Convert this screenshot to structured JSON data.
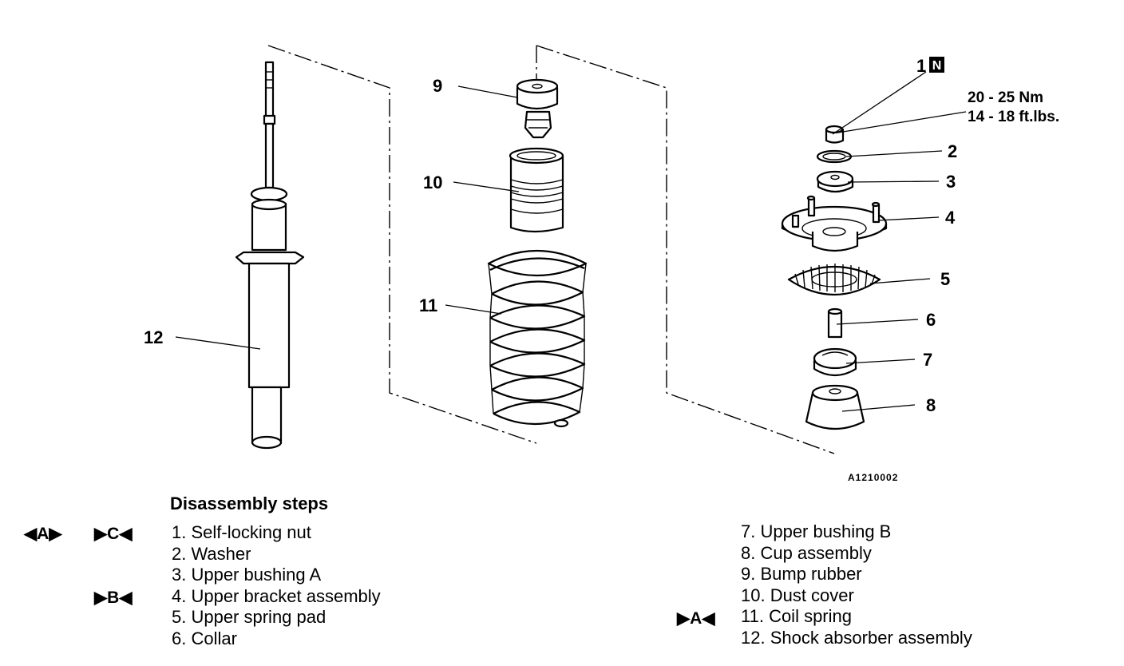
{
  "figure": {
    "reference_code": "A1210002",
    "torque_spec": {
      "metric": "20 - 25 Nm",
      "imperial": "14 - 18 ft.lbs."
    },
    "callouts": [
      {
        "number": "1",
        "tag": "N"
      },
      {
        "number": "2"
      },
      {
        "number": "3"
      },
      {
        "number": "4"
      },
      {
        "number": "5"
      },
      {
        "number": "6"
      },
      {
        "number": "7"
      },
      {
        "number": "8"
      },
      {
        "number": "9"
      },
      {
        "number": "10"
      },
      {
        "number": "11"
      },
      {
        "number": "12"
      }
    ]
  },
  "disassembly": {
    "title": "Disassembly steps",
    "left_column": [
      "1. Self-locking nut",
      "2. Washer",
      "3. Upper bushing A",
      "4. Upper bracket assembly",
      "5. Upper spring pad",
      "6. Collar"
    ],
    "right_column": [
      "7. Upper bushing B",
      "8. Cup assembly",
      "9. Bump rubber",
      "10. Dust cover",
      "11. Coil spring",
      "12. Shock absorber assembly"
    ],
    "markers": {
      "step1_removal": "◀A▶",
      "step1_install": "▶C◀",
      "step4": "▶B◀",
      "step11": "▶A◀"
    }
  }
}
